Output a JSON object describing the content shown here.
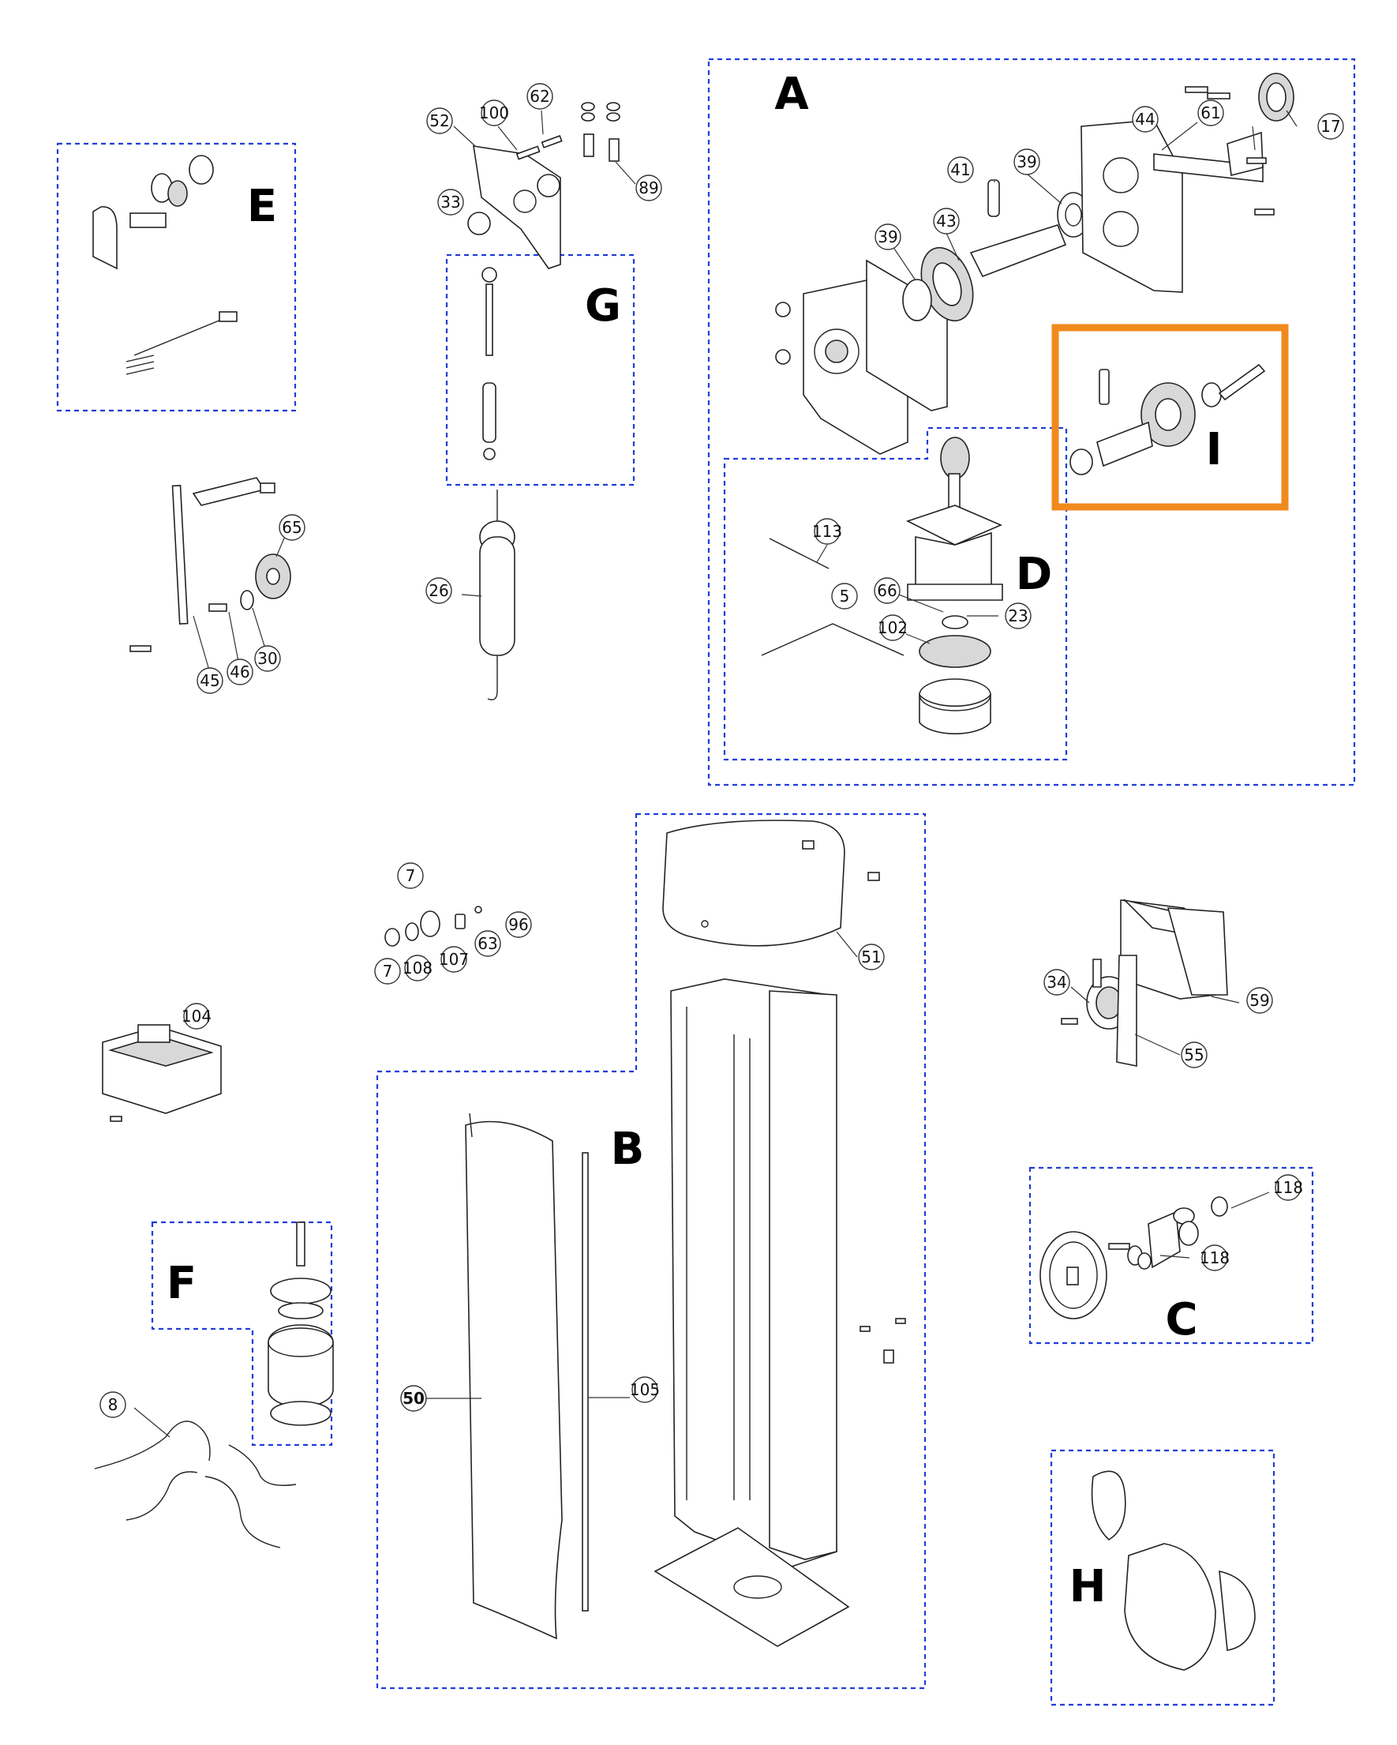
{
  "highlight_color": "#f08a1c",
  "group_box_color": "#1f3fd6",
  "group_labels": {
    "A": "A",
    "B": "B",
    "C": "C",
    "D": "D",
    "E": "E",
    "F": "F",
    "G": "G",
    "H": "H",
    "I": "I"
  },
  "callouts": {
    "c5": "5",
    "c7a": "7",
    "c7b": "7",
    "c8": "8",
    "c17": "17",
    "c23": "23",
    "c26": "26",
    "c30": "30",
    "c33": "33",
    "c34": "34",
    "c39a": "39",
    "c39b": "39",
    "c41": "41",
    "c43": "43",
    "c44": "44",
    "c45": "45",
    "c46": "46",
    "c50": "50",
    "c51": "51",
    "c52": "52",
    "c55": "55",
    "c59": "59",
    "c61": "61",
    "c62": "62",
    "c63": "63",
    "c65": "65",
    "c66": "66",
    "c89": "89",
    "c96": "96",
    "c100": "100",
    "c102": "102",
    "c104": "104",
    "c105": "105",
    "c107": "107",
    "c108": "108",
    "c113": "113",
    "c118a": "118",
    "c118b": "118"
  },
  "icons": {
    "highlighted_group": "gear-assembly-icon"
  }
}
